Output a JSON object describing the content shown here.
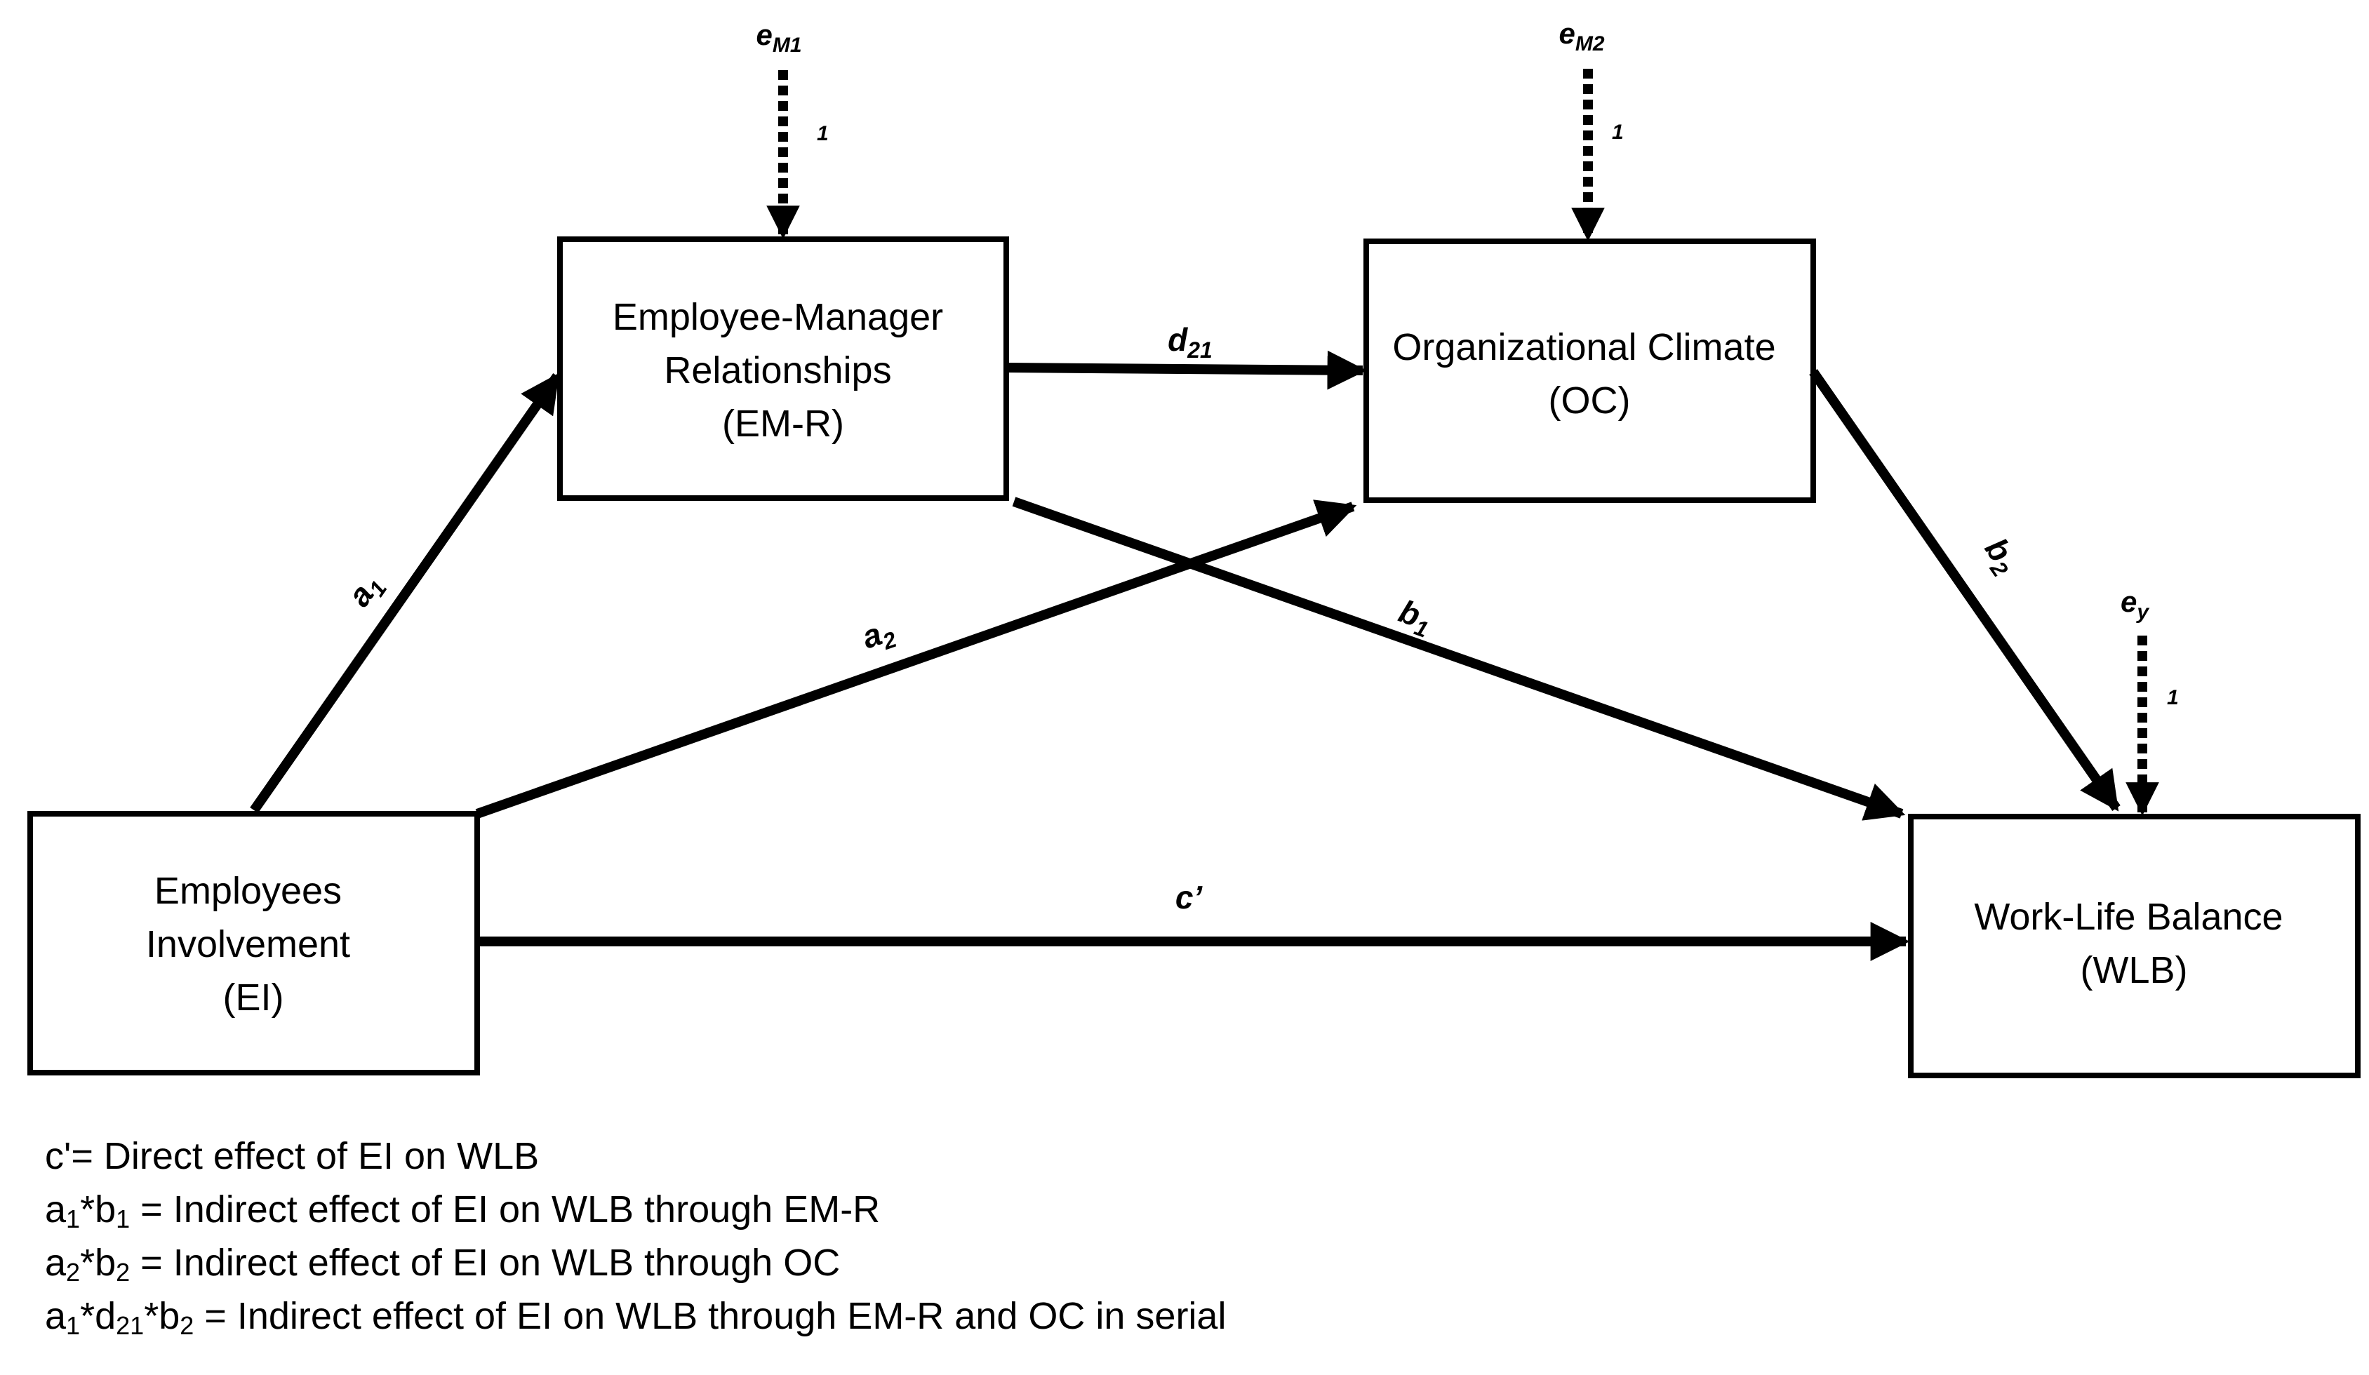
{
  "nodes": {
    "emr": {
      "lines": [
        "Employee-Manager",
        "Relationships",
        "(EM-R)"
      ]
    },
    "oc": {
      "lines": [
        "Organizational Climate",
        "(OC)"
      ]
    },
    "ei": {
      "lines": [
        "Employees",
        "Involvement",
        "(EI)"
      ]
    },
    "wlb": {
      "lines": [
        "Work-Life Balance",
        "(WLB)"
      ]
    }
  },
  "paths": {
    "a1": {
      "base": "a",
      "sub": "1"
    },
    "a2": {
      "base": "a",
      "sub": "2"
    },
    "b1": {
      "base": "b",
      "sub": "1"
    },
    "b2": {
      "base": "b",
      "sub": "2"
    },
    "d21": {
      "base": "d",
      "sub": "21"
    },
    "c_prime": {
      "base": "c’",
      "sub": ""
    }
  },
  "errors": {
    "em1": {
      "base": "e",
      "sub": "M1",
      "weight": "1"
    },
    "em2": {
      "base": "e",
      "sub": "M2",
      "weight": "1"
    },
    "ey": {
      "base": "e",
      "sub": "y",
      "weight": "1"
    }
  },
  "legend": [
    {
      "terms": [
        {
          "base": "c'",
          "sub": ""
        }
      ],
      "text": "= Direct effect of EI on WLB"
    },
    {
      "terms": [
        {
          "base": "a",
          "sub": "1"
        },
        {
          "base": "b",
          "sub": "1"
        }
      ],
      "text": " = Indirect effect of EI on WLB through EM-R"
    },
    {
      "terms": [
        {
          "base": "a",
          "sub": "2"
        },
        {
          "base": "b",
          "sub": "2"
        }
      ],
      "text": " = Indirect effect of EI on WLB through OC"
    },
    {
      "terms": [
        {
          "base": "a",
          "sub": "1"
        },
        {
          "base": "d",
          "sub": "21"
        },
        {
          "base": "b",
          "sub": "2"
        }
      ],
      "text": " = Indirect effect of EI on WLB through EM-R and OC in serial"
    }
  ],
  "legend_join": "*"
}
